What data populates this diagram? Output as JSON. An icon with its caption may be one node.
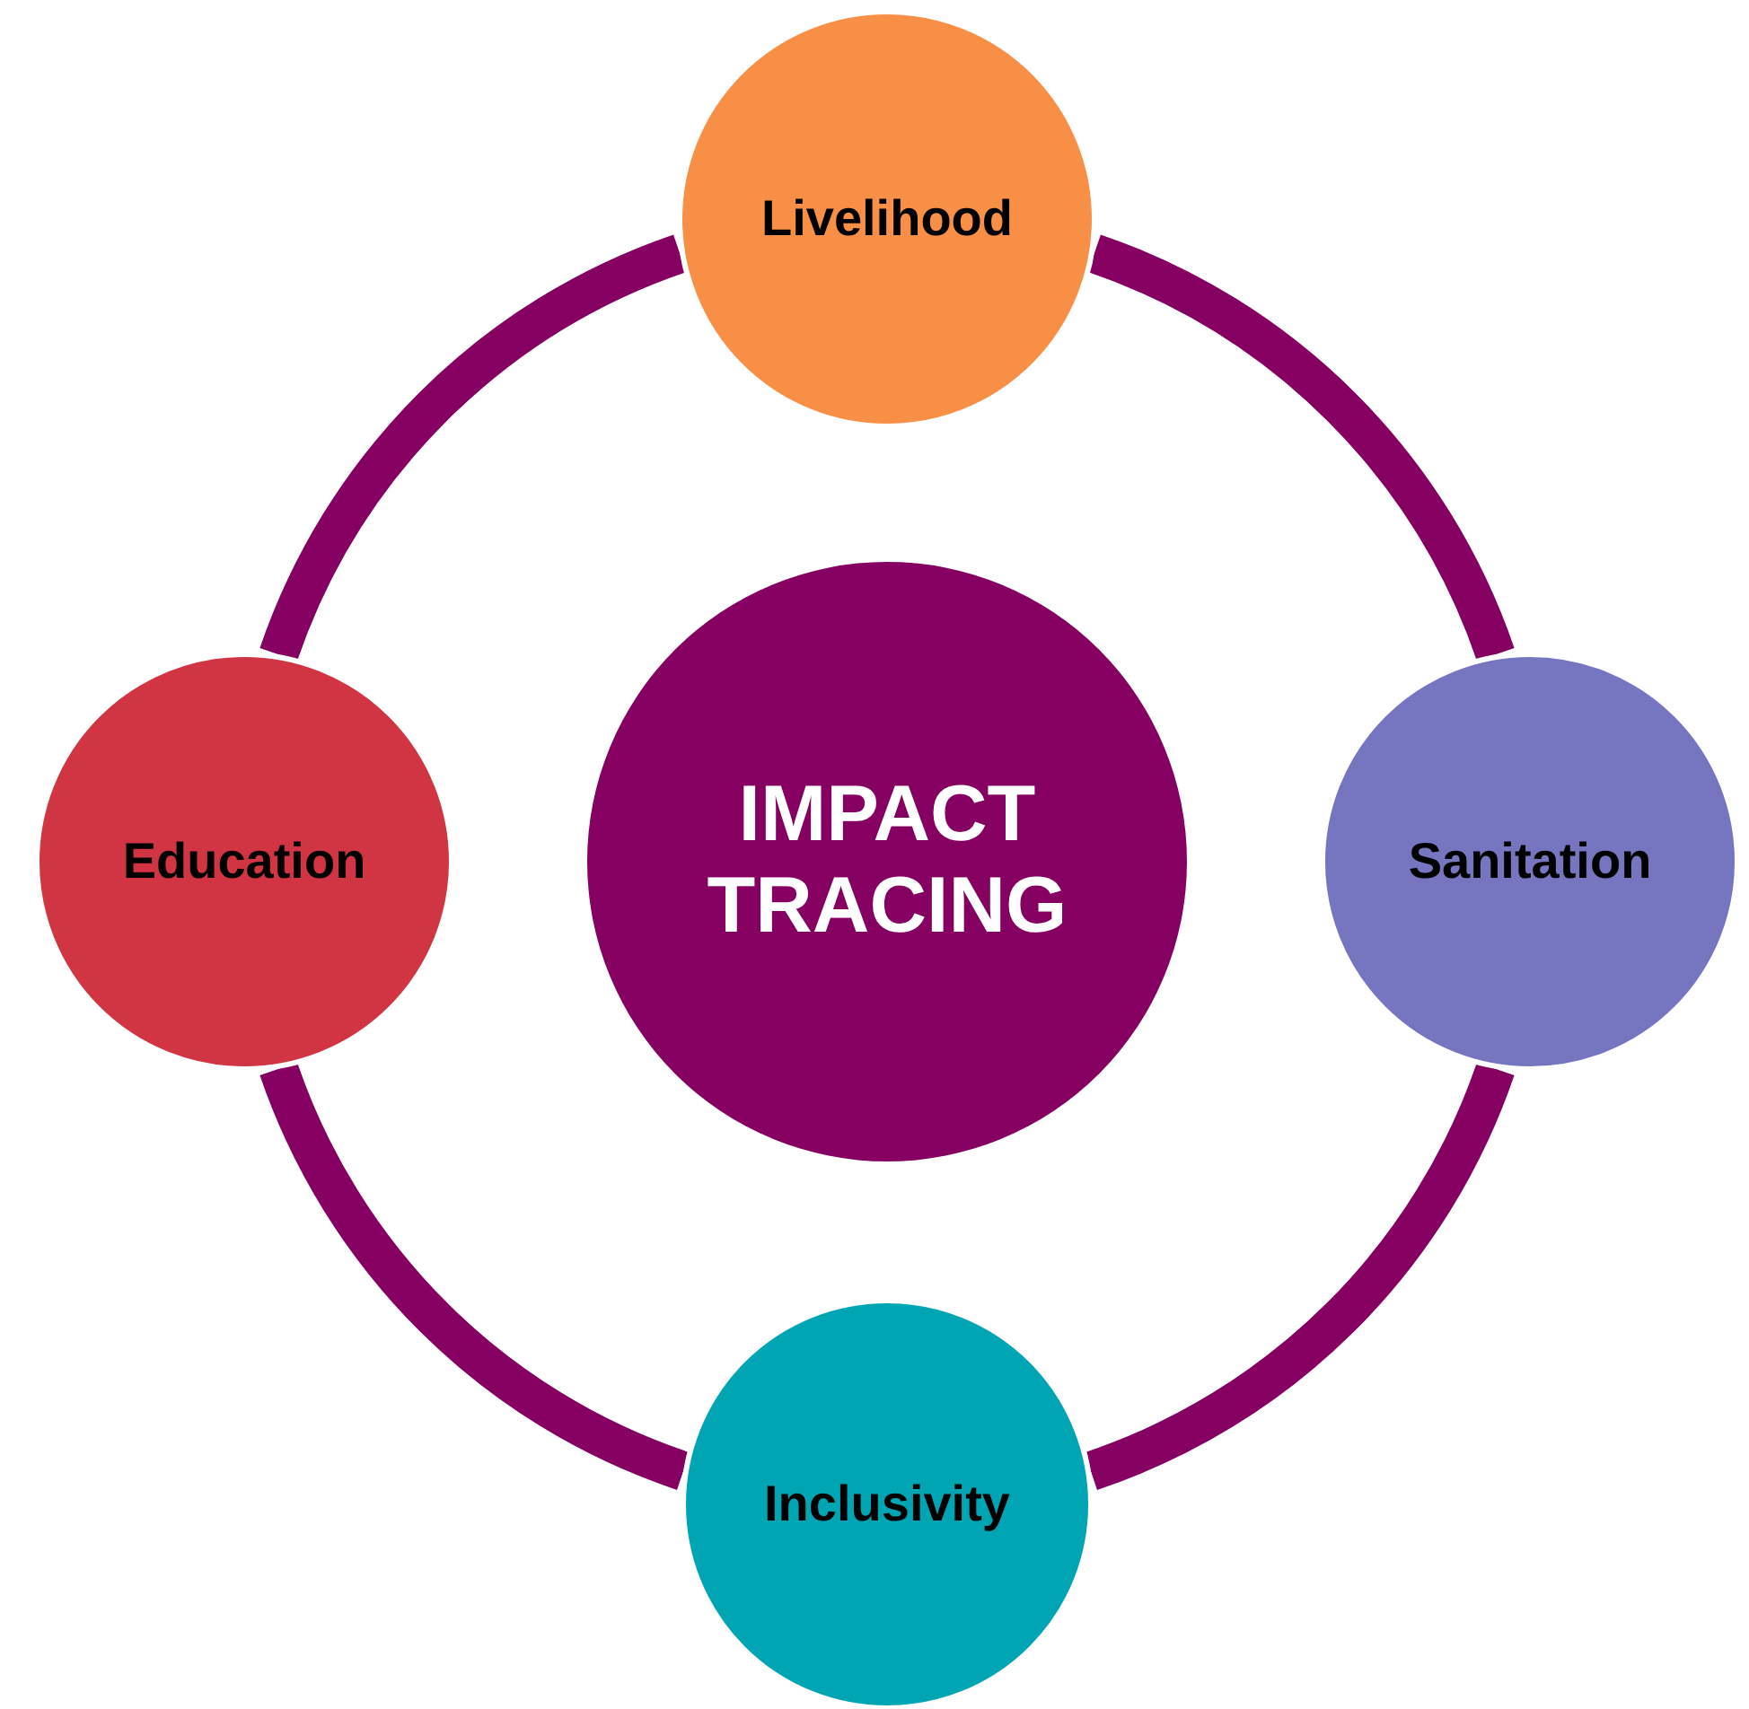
{
  "diagram": {
    "nodes": [
      {
        "text": [
          "IMPACT TRACING"
        ]
      },
      {
        "text": [
          "Livelihood"
        ]
      },
      {
        "text": [
          "Sanitation"
        ]
      },
      {
        "text": [
          "Inclusivity"
        ]
      },
      {
        "text": [
          "Education"
        ]
      }
    ],
    "edges": [
      {
        "from": 1,
        "to": 2,
        "arrow": "none"
      },
      {
        "from": 2,
        "to": 3,
        "arrow": "none"
      },
      {
        "from": 3,
        "to": 4,
        "arrow": "none"
      },
      {
        "from": 4,
        "to": 1,
        "arrow": "none"
      }
    ]
  }
}
